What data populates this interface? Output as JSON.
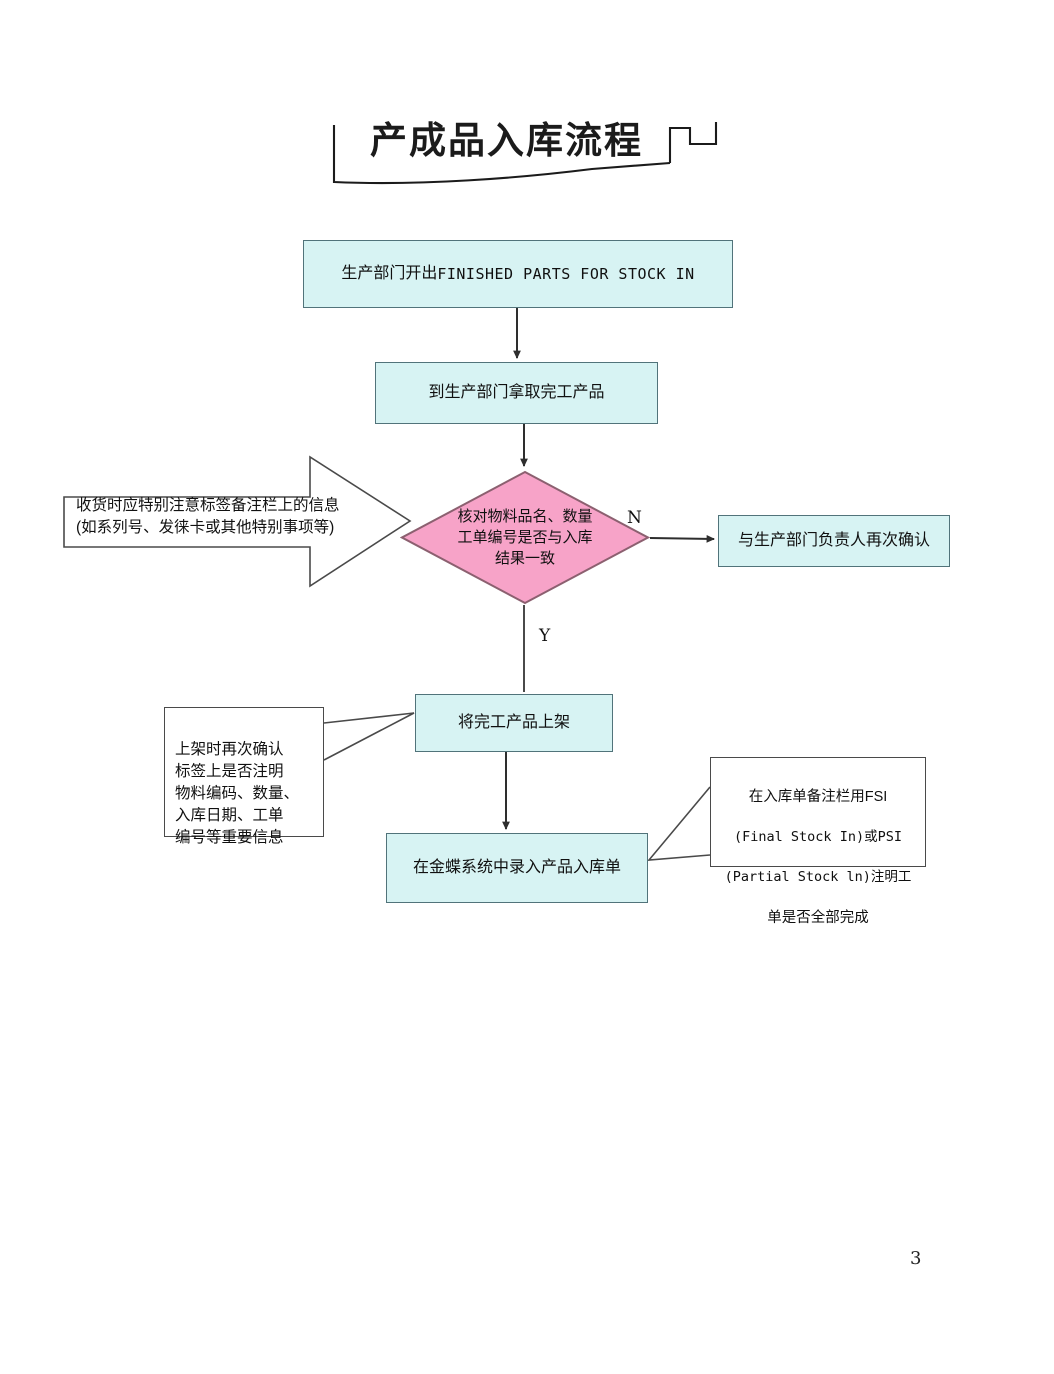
{
  "document": {
    "title": "产成品入库流程",
    "page_number": "3"
  },
  "colors": {
    "process_fill": "#d7f3f3",
    "process_border": "#51737a",
    "decision_fill": "#f7a3c8",
    "decision_border": "#8c6070",
    "note_fill": "#ffffff",
    "note_border": "#4a4a4a",
    "connector": "#3a3a3a",
    "text": "#101010"
  },
  "flow": {
    "nodes": [
      {
        "id": "issue",
        "type": "process",
        "text_cn": "生产部门开出",
        "text_en": "FINISHED PARTS  FOR  STOCK  IN"
      },
      {
        "id": "pickup",
        "type": "process",
        "text": "到生产部门拿取完工产品"
      },
      {
        "id": "check",
        "type": "decision",
        "text": "核对物料品名、数量\n工单编号是否与入库\n结果一致"
      },
      {
        "id": "reconfirm",
        "type": "process",
        "text": "与生产部门负责人再次确认"
      },
      {
        "id": "shelve",
        "type": "process",
        "text": "将完工产品上架"
      },
      {
        "id": "kingdee",
        "type": "process",
        "text": "在金蝶系统中录入产品入库单"
      }
    ],
    "branch_labels": {
      "no": "N",
      "yes": "Y"
    },
    "edges": [
      {
        "from": "issue",
        "to": "pickup",
        "label": ""
      },
      {
        "from": "pickup",
        "to": "check",
        "label": ""
      },
      {
        "from": "check",
        "to": "reconfirm",
        "label": "N"
      },
      {
        "from": "check",
        "to": "shelve",
        "label": "Y"
      },
      {
        "from": "shelve",
        "to": "kingdee",
        "label": ""
      }
    ]
  },
  "annotations": {
    "receiving_note": {
      "shape": "right-arrow",
      "text": "收货时应特别注意标签备注栏上的信息\n(如系列号、发徕卡或其他特别事项等)"
    },
    "shelf_note": {
      "shape": "callout-box",
      "text": "  上架时再次确认\n标签上是否注明\n物料编码、数量、\n入库日期、工单\n编号等重要信息"
    },
    "fsi_note": {
      "shape": "callout-box",
      "line1": "在入库单备注栏用FSI",
      "line2": "(Final Stock In)或PSI",
      "line3": "(Partial Stock ln)注明工",
      "line4": "单是否全部完成"
    }
  }
}
